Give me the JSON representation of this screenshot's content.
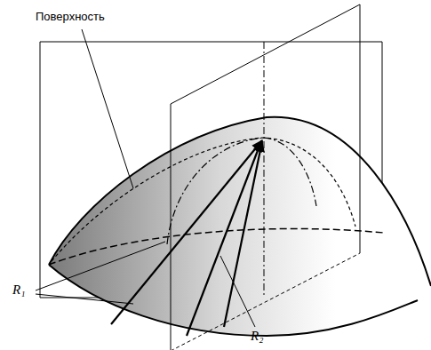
{
  "diagram": {
    "labels": [
      "Поверхность",
      "R₁",
      "R₂"
    ]
  }
}
